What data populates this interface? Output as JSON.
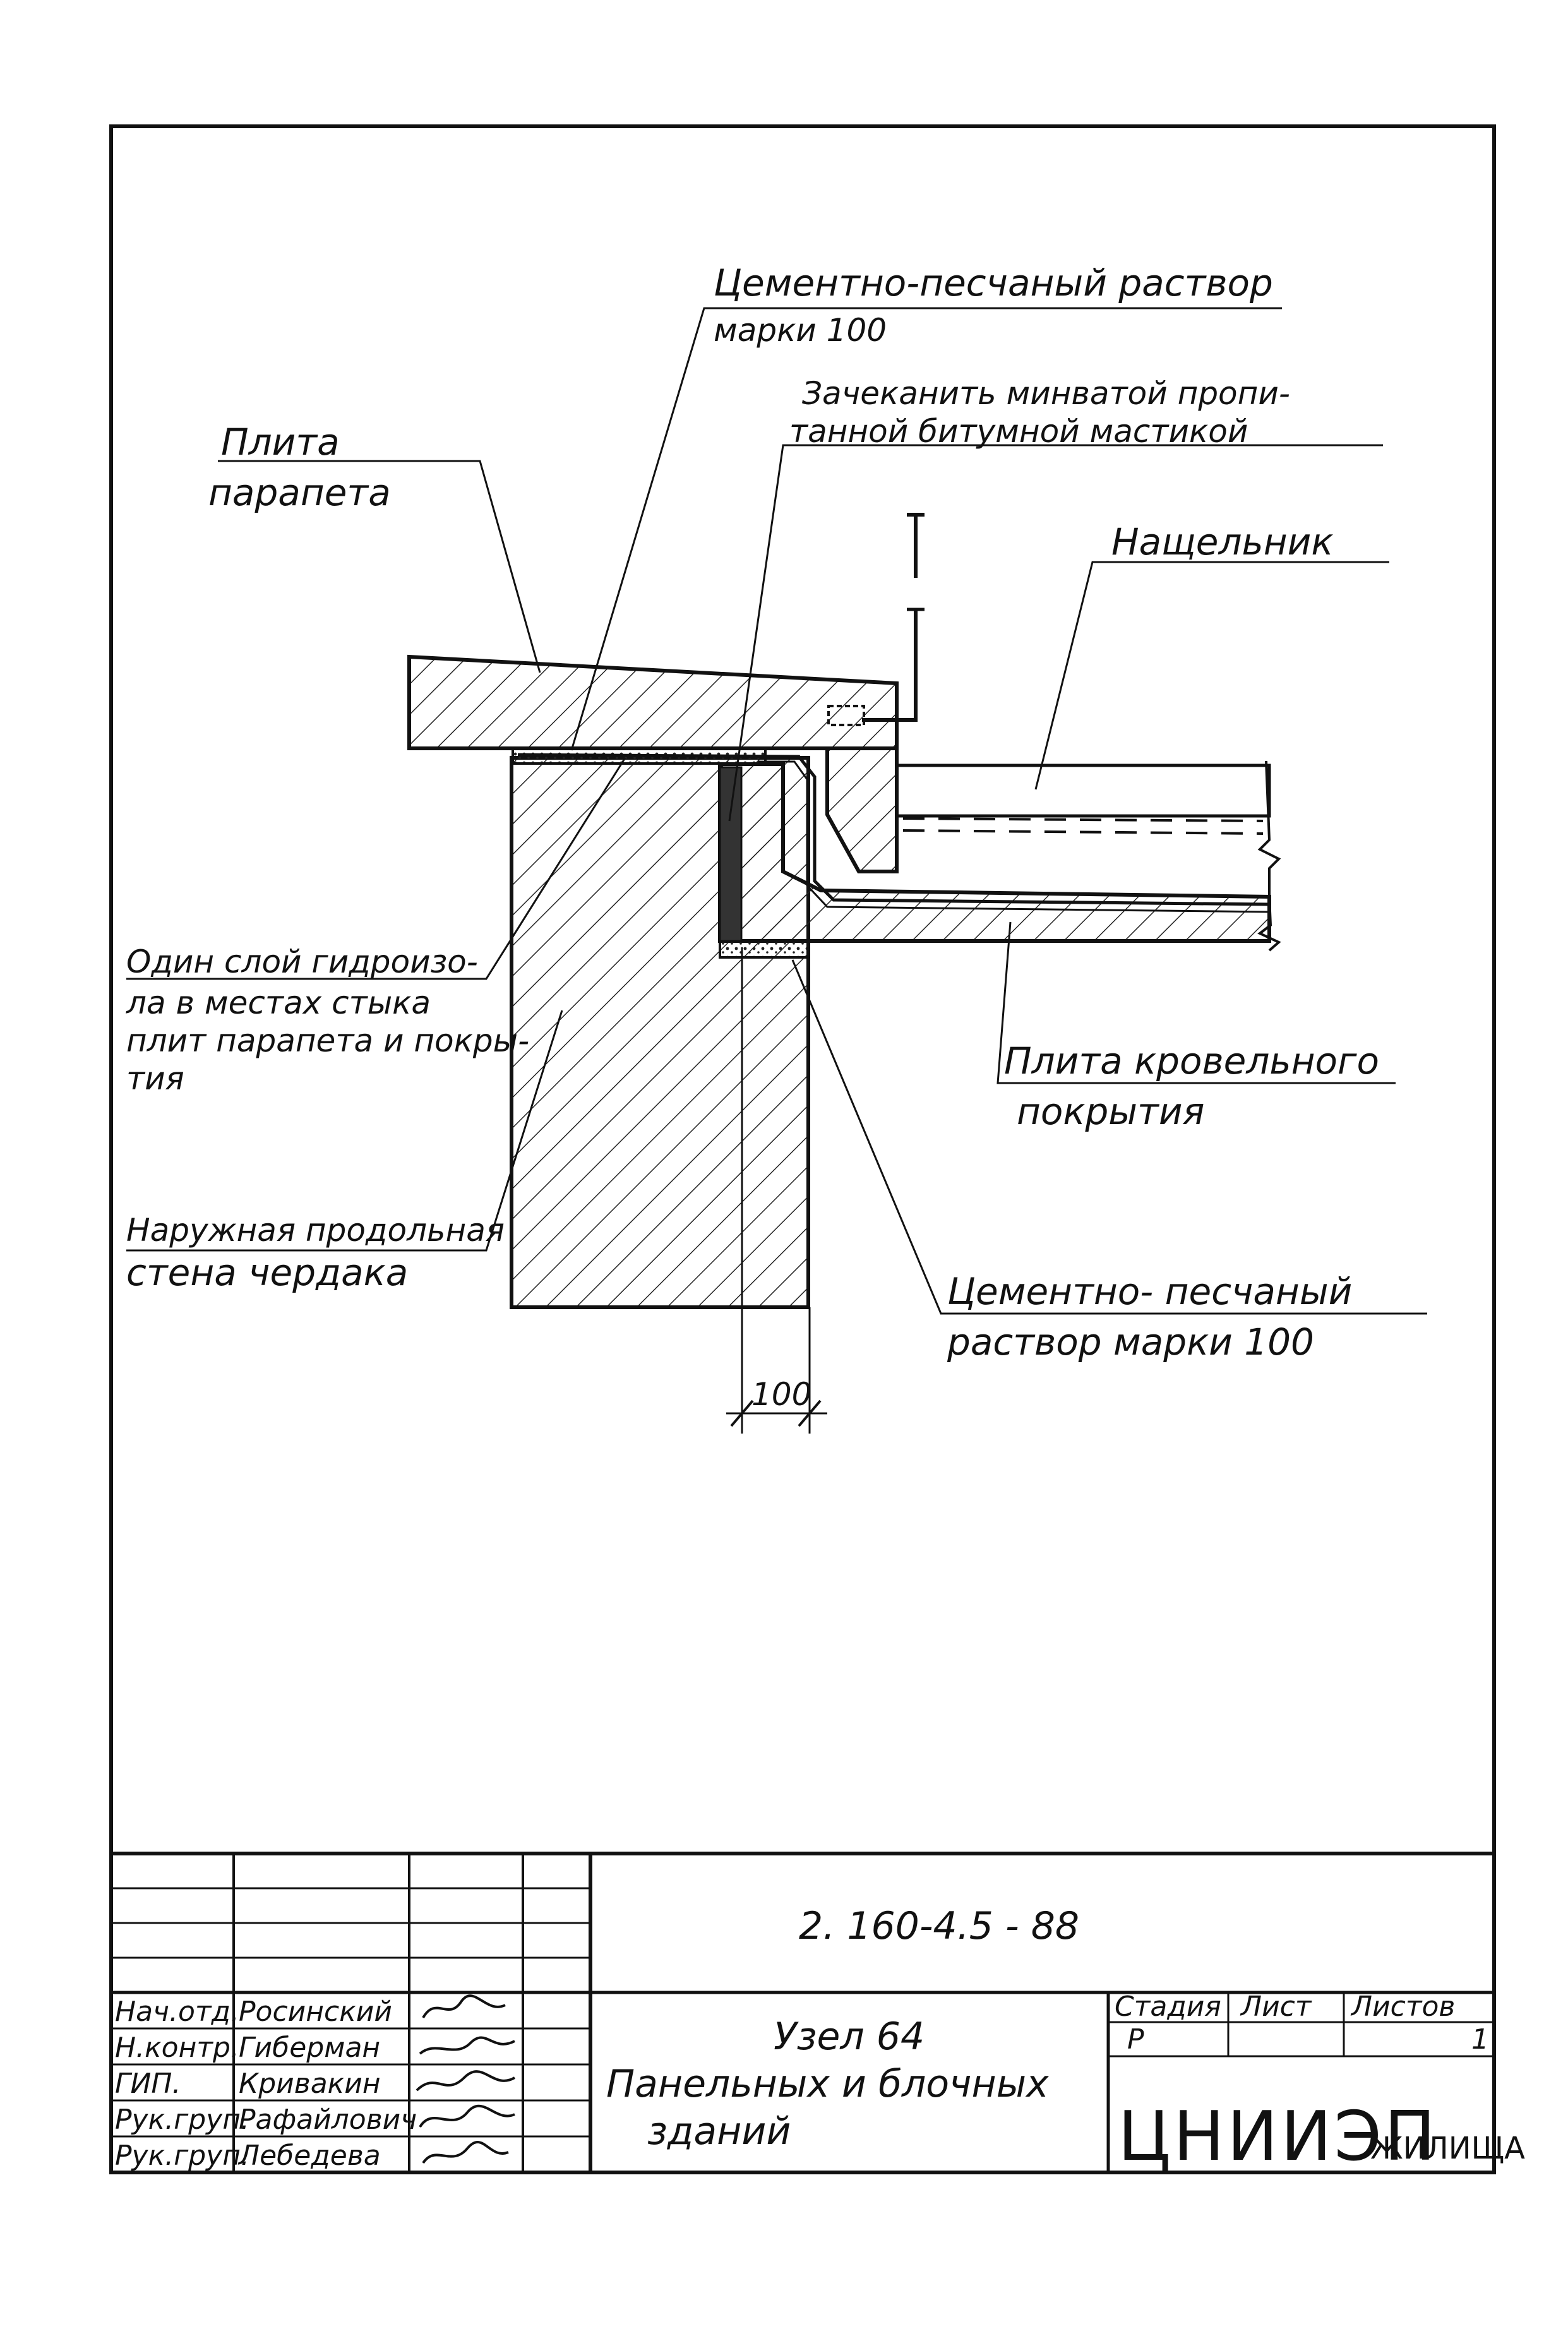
{
  "labels": {
    "parapet_slab_1": "Плита",
    "parapet_slab_2": "парапета",
    "cement_top_1": "Цементно-песчаный раствор",
    "cement_top_2": "марки 100",
    "caulk_1": "Зачеканить минватой пропи-",
    "caulk_2": "танной битумной мастикой",
    "flashing": "Нащельник",
    "waterproof_1": "Один слой гидроизо-",
    "waterproof_2": "ла в местах стыка",
    "waterproof_3": "плит парапета и покры-",
    "waterproof_4": "тия",
    "roof_slab_1": "Плита кровельного",
    "roof_slab_2": "покрытия",
    "wall_1": "Наружная продольная",
    "wall_2": "стена чердака",
    "cement_bottom_1": "Цементно- песчаный",
    "cement_bottom_2": "раствор марки 100",
    "dimension": "100"
  },
  "title_block": {
    "doc_number": "2. 160-4.5 - 88",
    "title_1": "Узел 64",
    "title_2": "Панельных и блочных",
    "title_3": "зданий",
    "stage_header": "Стадия",
    "sheet_header": "Лист",
    "sheets_header": "Листов",
    "stage_value": "Р",
    "sheet_value": "",
    "sheets_value": "1",
    "org_main": "ЦНИИЭП",
    "org_sub": "ЖИЛИЩА",
    "roles": [
      "Нач.отд.",
      "Н.контр.",
      "ГИП.",
      "Рук.груп.",
      "Рук.груп."
    ],
    "names": [
      "Росинский",
      "Гиберман",
      "Кривакин",
      "Рафайлович",
      "Лебедева"
    ]
  }
}
